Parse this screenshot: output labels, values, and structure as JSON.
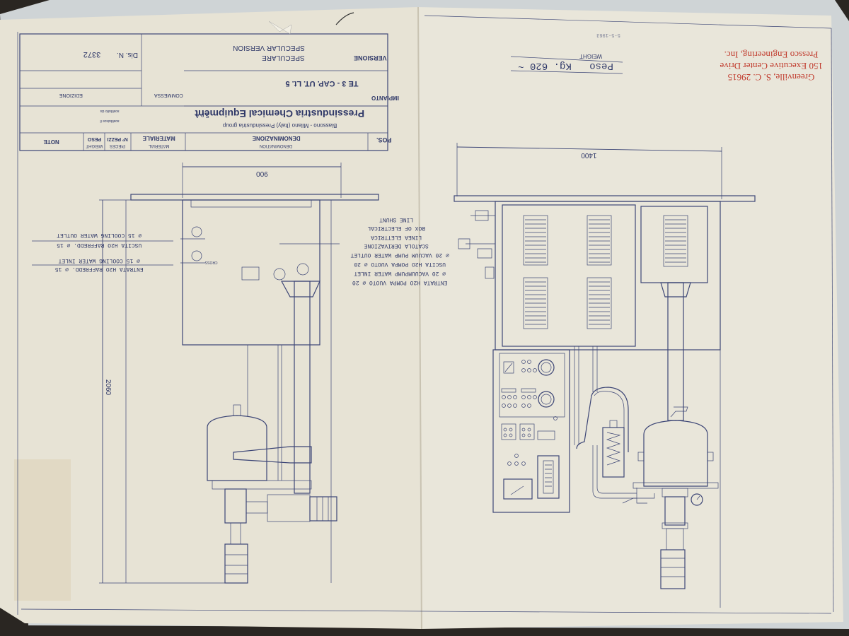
{
  "title_block": {
    "company": "Pressindustria Chemical Equipment",
    "company_suffix": "S.p.A.",
    "address": "Biassono - Milano (Italy) Pressindustria group",
    "plant_label": "IMPIANTO",
    "plant_value": "TE 3 - CAP. UT. Lt. 5",
    "version_label": "VERSIONE",
    "version_value_it": "SPECULARE",
    "version_value_en": "SPECULAR VERSION",
    "order_label": "COMMESSA",
    "edition_label": "EDIZIONE",
    "drawing_no_label": "Dis. N.",
    "drawing_no_value": "3372",
    "substitutes_label": "sostituisce il",
    "substituted_label": "sostituito da",
    "header_pos": "POS.",
    "header_denomination_it": "DENOMINAZIONE",
    "header_denomination_en": "DENOMINATION",
    "header_material_it": "MATERIALE",
    "header_material_en": "MATERIAL",
    "header_pieces_it": "Nº PEZZI",
    "header_pieces_en": "PIECES",
    "header_weight_it": "PESO",
    "header_weight_en": "WEIGHT",
    "header_notes": "NOTE"
  },
  "left_view": {
    "width_dim": "900",
    "height_dim": "2060",
    "notes": [
      "ENTRATA H2O RAFFREDD. ⌀ 15",
      "⌀ 15 COOLING WATER INLET",
      "USCITA H2O RAFFREDD. ⌀ 15",
      "⌀ 15 COOLING WATER OUTLET"
    ],
    "cross_ref": "CROSS"
  },
  "center_notes": [
    "ENTRATA H2O POMPA VUOTO ⌀ 20",
    "⌀ 20 VACUUMPUMP WATER INLET",
    "USCITA H2O POMPA VUOTO ⌀ 20",
    "⌀ 20 VACUUM PUMP WATER OUTLET",
    "SCATOLA DERIVAZIONE",
    "LINEA ELETTRICA",
    "BOX OF ELECTRICAL",
    "LINE SHUNT"
  ],
  "right_view": {
    "width_dim": "1400",
    "weight_label": "Peso",
    "weight_value": "Kg. 620 ~",
    "weight_en": "WEIGHT",
    "weight_note": "5-5-1963"
  },
  "stamp": {
    "line1": "Pressco Engineering, Inc.",
    "line2": "150 Executive Center Drive",
    "line3": "Greenville, S. C. 29615"
  },
  "colors": {
    "paper_left": "#e7e3d5",
    "paper_right": "#e9e6da",
    "ink": "#3d4676",
    "stamp_red": "#c0392b",
    "background": "#2a2622"
  }
}
